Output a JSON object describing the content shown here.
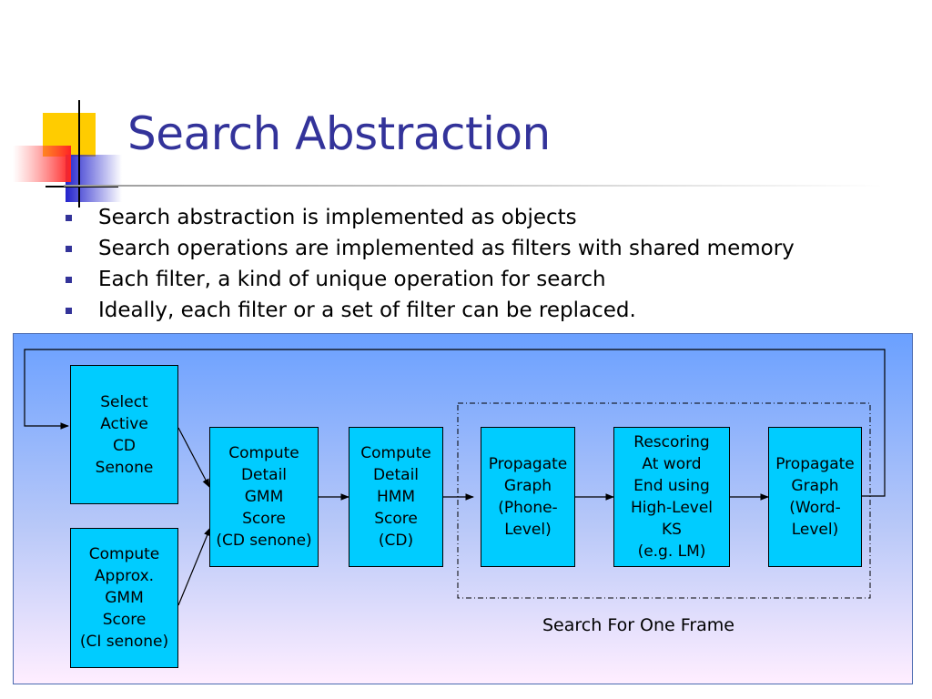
{
  "slide": {
    "title": "Search Abstraction",
    "bullets": [
      "Search abstraction is implemented as objects",
      "Search operations are implemented as filters with shared memory",
      "Each filter, a kind of unique operation for search",
      "Ideally, each filter or a set of filter can be replaced."
    ]
  },
  "diagram": {
    "boxes": {
      "select_active": "Select\nActive\nCD\nSenone",
      "compute_approx": "Compute\nApprox.\nGMM\nScore\n(CI senone)",
      "compute_detail_gmm": "Compute\nDetail\nGMM\nScore\n(CD senone)",
      "compute_detail_hmm": "Compute\nDetail\nHMM\nScore\n(CD)",
      "propagate_phone": "Propagate\nGraph\n(Phone-\nLevel)",
      "rescoring": "Rescoring\nAt word\nEnd using\nHigh-Level\nKS\n(e.g. LM)",
      "propagate_word": "Propagate\nGraph\n(Word-\nLevel)"
    },
    "frame_label": "Search For One Frame"
  },
  "colors": {
    "title": "#33339a",
    "box_fill": "#00ccff",
    "logo_yellow": "#ffcc00",
    "logo_blue": "#2222cc",
    "logo_red": "#ff3333"
  }
}
